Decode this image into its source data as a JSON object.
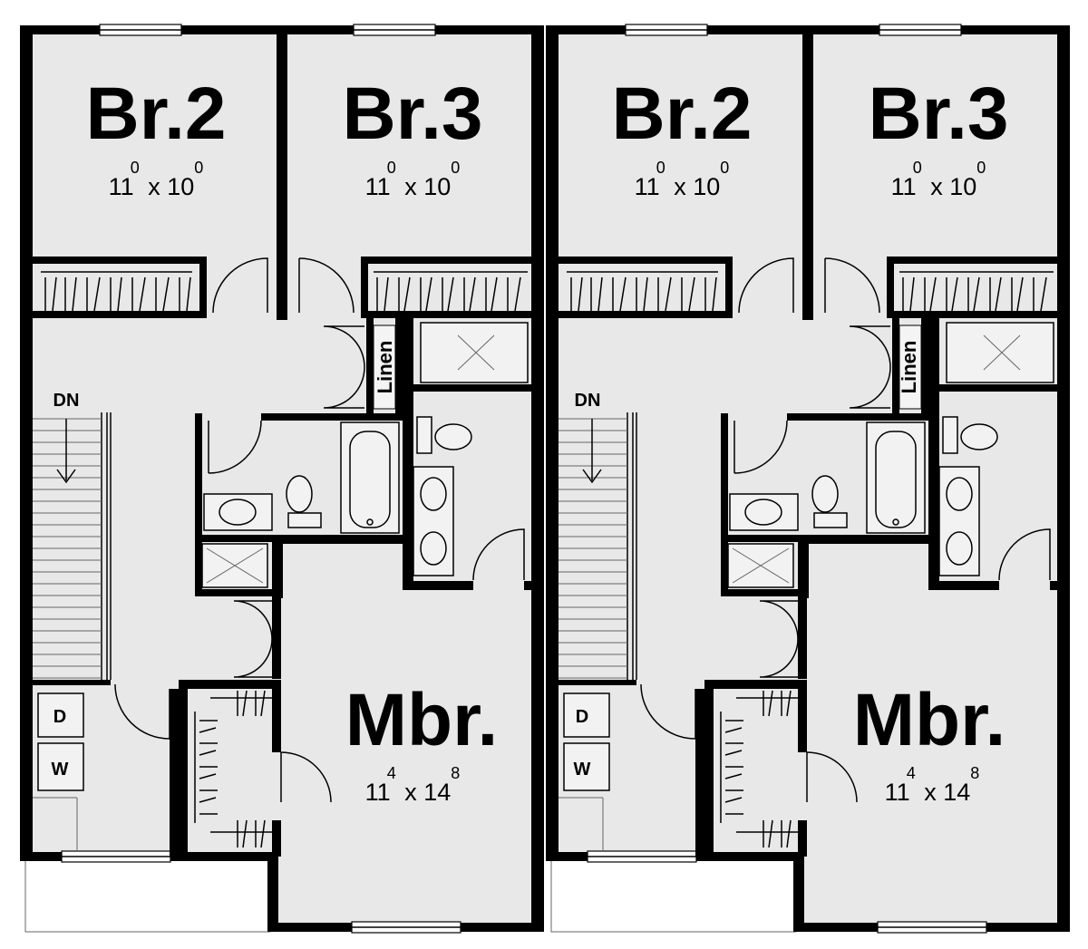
{
  "plan": {
    "units": [
      {
        "br2": {
          "label": "Br.2",
          "dim_w": "11",
          "dim_w_sup": "0",
          "dim_x": "x",
          "dim_h": "10",
          "dim_h_sup": "0"
        },
        "br3": {
          "label": "Br.3",
          "dim_w": "11",
          "dim_w_sup": "0",
          "dim_x": "x",
          "dim_h": "10",
          "dim_h_sup": "0"
        },
        "mbr": {
          "label": "Mbr.",
          "dim_w": "11",
          "dim_w_sup": "4",
          "dim_x": "x",
          "dim_h": "14",
          "dim_h_sup": "8"
        },
        "stairs_label": "DN",
        "linen_label": "Linen",
        "dryer_label": "D",
        "washer_label": "W"
      },
      {
        "br2": {
          "label": "Br.2",
          "dim_w": "11",
          "dim_w_sup": "0",
          "dim_x": "x",
          "dim_h": "10",
          "dim_h_sup": "0"
        },
        "br3": {
          "label": "Br.3",
          "dim_w": "11",
          "dim_w_sup": "0",
          "dim_x": "x",
          "dim_h": "10",
          "dim_h_sup": "0"
        },
        "mbr": {
          "label": "Mbr.",
          "dim_w": "11",
          "dim_w_sup": "4",
          "dim_x": "x",
          "dim_h": "14",
          "dim_h_sup": "8"
        },
        "stairs_label": "DN",
        "linen_label": "Linen",
        "dryer_label": "D",
        "washer_label": "W"
      }
    ],
    "colors": {
      "floor": "#e8e8e8",
      "wall": "#000000",
      "background": "#ffffff"
    }
  }
}
